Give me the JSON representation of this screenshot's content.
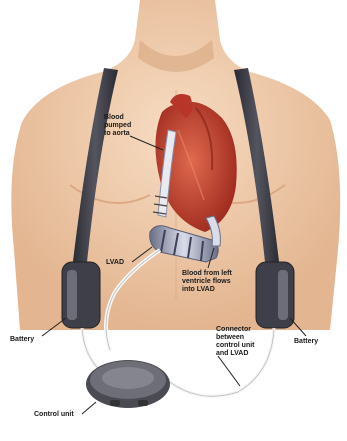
{
  "labels": {
    "blood_pumped": [
      "Blood",
      "pumped",
      "to aorta"
    ],
    "lvad": [
      "LVAD"
    ],
    "blood_from_ventricle": [
      "Blood from left",
      "ventricle flows",
      "into LVAD"
    ],
    "battery_left": [
      "Battery"
    ],
    "battery_right": [
      "Battery"
    ],
    "connector": [
      "Connector",
      "between",
      "control unit",
      "and LVAD"
    ],
    "control_unit": [
      "Control unit"
    ]
  },
  "colors": {
    "background": "#ffffff",
    "skin": "#f2cfb0",
    "skin_shadow": "#d9a984",
    "heart": "#c0392b",
    "strap": "#3a3a44",
    "cable": "#f5f5f5"
  }
}
